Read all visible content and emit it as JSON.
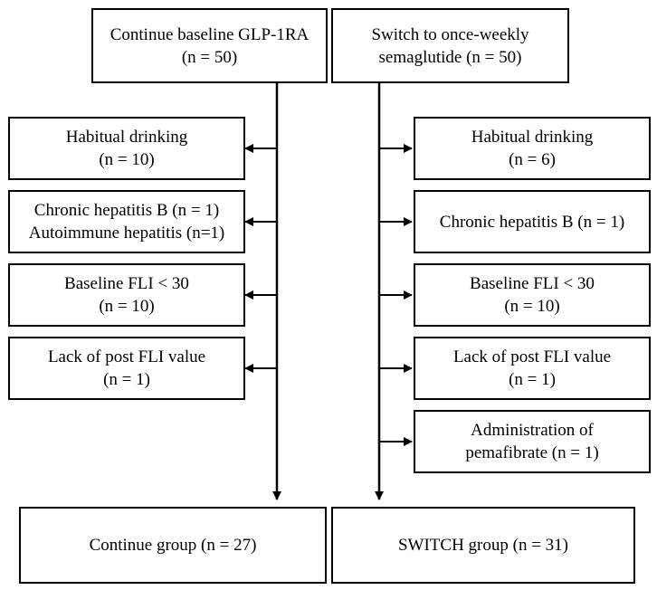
{
  "left_arm": {
    "start": {
      "line1": "Continue baseline GLP-1RA",
      "line2": "(n = 50)"
    },
    "exclusions": [
      {
        "line1": "Habitual drinking",
        "line2": "(n = 10)"
      },
      {
        "line1": "Chronic hepatitis B (n = 1)",
        "line2": "Autoimmune hepatitis (n=1)"
      },
      {
        "line1": "Baseline FLI < 30",
        "line2": "(n = 10)"
      },
      {
        "line1": "Lack of post FLI value",
        "line2": "(n = 1)"
      }
    ],
    "final": {
      "line1": "Continue group (n = 27)"
    }
  },
  "right_arm": {
    "start": {
      "line1": "Switch to once-weekly",
      "line2": "semaglutide (n = 50)"
    },
    "exclusions": [
      {
        "line1": "Habitual drinking",
        "line2": "(n = 6)"
      },
      {
        "line1": "Chronic hepatitis B (n = 1)"
      },
      {
        "line1": "Baseline FLI < 30",
        "line2": "(n = 10)"
      },
      {
        "line1": "Lack of post FLI value",
        "line2": "(n = 1)"
      },
      {
        "line1": "Administration of",
        "line2": "pemafibrate (n = 1)"
      }
    ],
    "final": {
      "line1": "SWITCH group (n = 31)"
    }
  }
}
